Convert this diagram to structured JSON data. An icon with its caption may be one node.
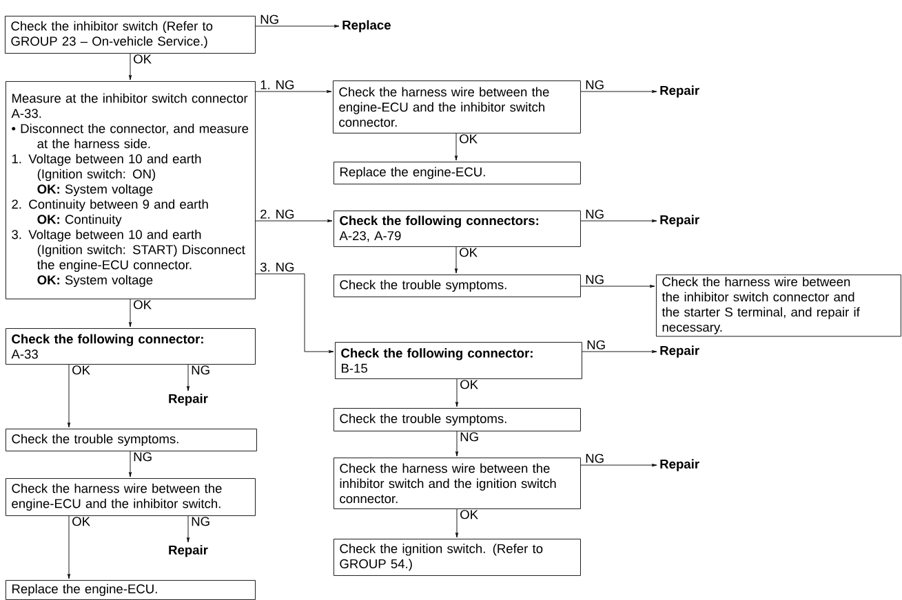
{
  "diagram": {
    "nodes": [
      {
        "text": [
          "Check the inhibitor switch (Refer to GROUP 23 – On-vehicle Service.)"
        ]
      },
      {
        "text": [
          "Replace"
        ]
      },
      {
        "text": [
          "Measure at the inhibitor switch connector A-33.",
          "• Disconnect the connector, and measure at the harness side.",
          "1. Voltage between 10 and earth (Ignition switch: ON)",
          "**OK:** System voltage",
          "2. Continuity between 9 and earth",
          "**OK:** Continuity",
          "3. Voltage between 10 and earth (Ignition switch: START) Disconnect the engine-ECU connector.",
          "**OK:** System voltage"
        ]
      },
      {
        "text": [
          "Check the harness wire between the engine-ECU and the inhibitor switch connector."
        ]
      },
      {
        "text": [
          "Repair"
        ]
      },
      {
        "text": [
          "Replace the engine-ECU."
        ]
      },
      {
        "text": [
          "Check the following connectors:",
          "A-23, A-79"
        ]
      },
      {
        "text": [
          "Repair"
        ]
      },
      {
        "text": [
          "Check the trouble symptoms."
        ]
      },
      {
        "text": [
          "Check the harness wire between the inhibitor switch connector and the starter S terminal, and repair if necessary."
        ]
      },
      {
        "text": [
          "Check the following connector:",
          "A-33"
        ]
      },
      {
        "text": [
          "Repair"
        ]
      },
      {
        "text": [
          "Check the trouble symptoms."
        ]
      },
      {
        "text": [
          "Check the harness wire between the engine-ECU and the inhibitor switch."
        ]
      },
      {
        "text": [
          "Repair"
        ]
      },
      {
        "text": [
          "Replace the engine-ECU."
        ]
      },
      {
        "text": [
          "Check the following connector:",
          "B-15"
        ]
      },
      {
        "text": [
          "Repair"
        ]
      },
      {
        "text": [
          "Check the trouble symptoms."
        ]
      },
      {
        "text": [
          "Check the harness wire between the inhibitor switch and the ignition switch connector."
        ]
      },
      {
        "text": [
          "Repair"
        ]
      },
      {
        "text": [
          "Check the ignition switch. (Refer to GROUP 54.)"
        ]
      }
    ],
    "edges": [
      {
        "from": 0,
        "to": 1,
        "arrow": "to",
        "label": "NG"
      },
      {
        "from": 0,
        "to": 2,
        "arrow": "to",
        "label": "OK"
      },
      {
        "from": 2,
        "to": 3,
        "arrow": "to",
        "label": "1. NG"
      },
      {
        "from": 3,
        "to": 4,
        "arrow": "to",
        "label": "NG"
      },
      {
        "from": 3,
        "to": 5,
        "arrow": "to",
        "label": "OK"
      },
      {
        "from": 2,
        "to": 6,
        "arrow": "to",
        "label": "2. NG"
      },
      {
        "from": 6,
        "to": 7,
        "arrow": "to",
        "label": "NG"
      },
      {
        "from": 6,
        "to": 8,
        "arrow": "to",
        "label": "OK"
      },
      {
        "from": 8,
        "to": 9,
        "arrow": "to",
        "label": "NG"
      },
      {
        "from": 2,
        "to": 16,
        "arrow": "to",
        "label": "3. NG"
      },
      {
        "from": 2,
        "to": 10,
        "arrow": "to",
        "label": "OK"
      },
      {
        "from": 10,
        "to": 12,
        "arrow": "to",
        "label": "OK"
      },
      {
        "from": 10,
        "to": 11,
        "arrow": "to",
        "label": "NG"
      },
      {
        "from": 12,
        "to": 13,
        "arrow": "to",
        "label": "NG"
      },
      {
        "from": 13,
        "to": 15,
        "arrow": "to",
        "label": "OK"
      },
      {
        "from": 13,
        "to": 14,
        "arrow": "to",
        "label": "NG"
      },
      {
        "from": 16,
        "to": 17,
        "arrow": "to",
        "label": "NG"
      },
      {
        "from": 16,
        "to": 18,
        "arrow": "to",
        "label": "OK"
      },
      {
        "from": 18,
        "to": 19,
        "arrow": "to",
        "label": "NG"
      },
      {
        "from": 19,
        "to": 20,
        "arrow": "to",
        "label": "NG"
      },
      {
        "from": 19,
        "to": 21,
        "arrow": "to",
        "label": "OK"
      }
    ]
  }
}
